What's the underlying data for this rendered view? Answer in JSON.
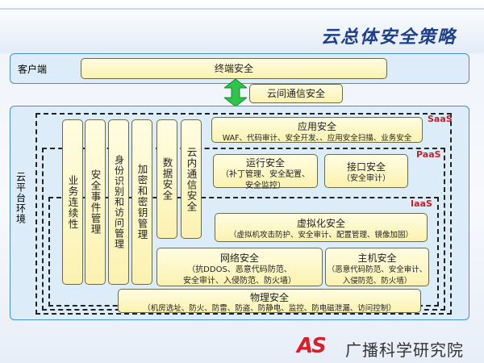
{
  "title": "云总体安全策略",
  "client": {
    "label": "客户端",
    "terminal_security": "终端安全"
  },
  "inter_cloud": "云间通信安全",
  "platform_label": "云平台环境",
  "levels": {
    "saas": "SaaS",
    "paas": "PaaS",
    "iaas": "IaaS"
  },
  "columns": [
    "业务连续性",
    "安全事件管理",
    "身份识别和访问管理",
    "加密和密钥管理",
    "数据安全",
    "云内通信安全"
  ],
  "boxes": {
    "app": {
      "title": "应用安全",
      "desc": "WAF、代码审计、安全开发、、应用安全扫描、业务安全"
    },
    "ops": {
      "title": "运行安全",
      "desc1": "（补丁管理、安全配置、",
      "desc2": "安全监控）"
    },
    "api": {
      "title": "接口安全",
      "desc": "（安全审计）"
    },
    "virt": {
      "title": "虚拟化安全",
      "desc": "（虚拟机攻击防护、安全审计、配置管理、镜像加固）"
    },
    "net": {
      "title": "网络安全",
      "desc1": "（抗DDOS、恶意代码防范、",
      "desc2": "安全审计、入侵防范、防火墙）"
    },
    "host": {
      "title": "主机安全",
      "desc1": "（恶意代码防范、安全审计、",
      "desc2": "入侵防范、防火墙）"
    },
    "phys": {
      "title": "物理安全",
      "desc": "（机房选址、防火、防雷、防盗、防静电、监控、防电磁泄漏、访问控制）"
    }
  },
  "brand": {
    "mark": "AS",
    "name": "广播科学研究院"
  },
  "colors": {
    "accent": "#d8202a",
    "frame": "#4a8fc9",
    "box": "#fbf2b0",
    "arrow": "#2fc44a"
  }
}
